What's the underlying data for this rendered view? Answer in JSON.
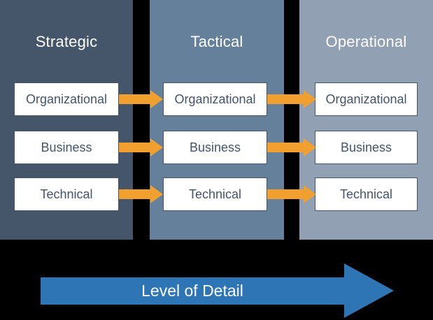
{
  "columns": [
    {
      "id": "strategic",
      "title": "Strategic",
      "boxes": [
        {
          "label": "Organizational"
        },
        {
          "label": "Business"
        },
        {
          "label": "Technical"
        }
      ]
    },
    {
      "id": "tactical",
      "title": "Tactical",
      "boxes": [
        {
          "label": "Organizational"
        },
        {
          "label": "Business"
        },
        {
          "label": "Technical"
        }
      ]
    },
    {
      "id": "operational",
      "title": "Operational",
      "boxes": [
        {
          "label": "Organizational"
        },
        {
          "label": "Business"
        },
        {
          "label": "Technical"
        }
      ]
    }
  ],
  "bottom_arrow": {
    "label": "Level of Detail"
  },
  "colors": {
    "background": "#000000",
    "column_strategic": "#45566B",
    "column_tactical": "#64809B",
    "column_operational": "#91A0B2",
    "arrow_orange": "#F1A02F",
    "arrow_blue": "#2E75B6",
    "box_bg": "#FFFFFF",
    "box_border": "#44546A",
    "box_text": "#44546A",
    "header_text": "#FFFFFF"
  }
}
